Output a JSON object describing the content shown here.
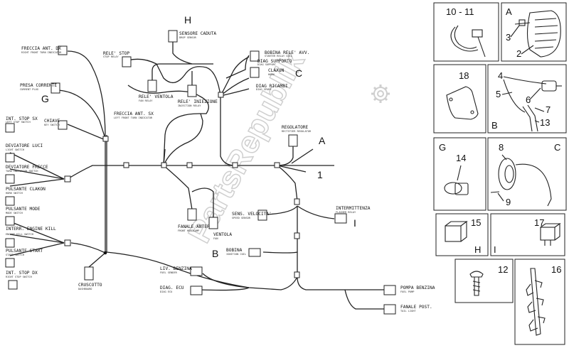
{
  "watermark": "PartsRepublik",
  "watermark_icon": "gear-icon",
  "callouts": {
    "H": "H",
    "G": "G",
    "C": "C",
    "A": "A",
    "one": "1",
    "I": "I",
    "B": "B"
  },
  "components": {
    "freccia_ant_dx": {
      "label": "FRECCIA ANT. DX",
      "sub": "RIGHT FRONT TURN INDICATOR"
    },
    "presa_corrente": {
      "label": "PRESA CORRENTE",
      "sub": "CURRENT PLUG"
    },
    "int_stop_sx": {
      "label": "INT. STOP SX",
      "sub": "LEFT STOP SWITCH"
    },
    "deviatore_luci": {
      "label": "DEVIATORE LUCI",
      "sub": "LIGHT SWITCH"
    },
    "deviatore_frecce": {
      "label": "DEVIATORE FRECCE",
      "sub": "TURN INDICATOR SWITCH"
    },
    "pulsante_clakon": {
      "label": "PULSANTE CLAKON",
      "sub": "HORN SWITCH"
    },
    "pulsante_mode": {
      "label": "PULSANTE MODE",
      "sub": "MODE SWITCH"
    },
    "interr_engine_kill": {
      "label": "INTERR. ENGINE KILL",
      "sub": "ENGINE KILL SWITCH"
    },
    "pulsante_start": {
      "label": "PULSANTE START",
      "sub": "START SWITCH"
    },
    "int_stop_dx": {
      "label": "INT. STOP DX",
      "sub": "RIGHT STOP SWITCH"
    },
    "chiave": {
      "label": "CHIAVE",
      "sub": "KEY SWITCH"
    },
    "rele_stop": {
      "label": "RELE' STOP",
      "sub": "STOP RELAY"
    },
    "sensore_caduta": {
      "label": "SENSORE CADUTA",
      "sub": "DROP SENSOR"
    },
    "rele_ventola": {
      "label": "RELE' VENTOLA",
      "sub": "FAN RELAY"
    },
    "rele_iniezione": {
      "label": "RELE' INIEZIONE",
      "sub": "INJECTION RELAY"
    },
    "bobina_rele_avv": {
      "label": "BOBINA RELE' AVV.",
      "sub": "STARTER RELAY COIL"
    },
    "diag_supporto": {
      "label": "DIAG SUPPORTO",
      "sub": "DIAG SUPPORT"
    },
    "claxon": {
      "label": "CLAXON",
      "sub": "HORN"
    },
    "diag_ricambi": {
      "label": "DIAG RICAMBI",
      "sub": "DIAG SPARE"
    },
    "freccia_ant_sx": {
      "label": "FRECCIA ANT. SX",
      "sub": "LEFT FRONT TURN INDICATOR"
    },
    "regolatore": {
      "label": "REGOLATORE",
      "sub": "RECTIFIER REGULATOR"
    },
    "fanale_anter": {
      "label": "FANALE ANTER.",
      "sub": "FRONT HEADLAMP"
    },
    "ventola": {
      "label": "VENTOLA",
      "sub": "FAN"
    },
    "sens_velocita": {
      "label": "SENS. VELOCITA'",
      "sub": "SPEED SENSOR"
    },
    "intermittenza": {
      "label": "INTERMITTENZA",
      "sub": "FLASHER RELAY"
    },
    "bobina": {
      "label": "BOBINA",
      "sub": "IGNITION COIL"
    },
    "cruscotto": {
      "label": "CRUSCOTTO",
      "sub": "DASHBOARD"
    },
    "liv_benzina": {
      "label": "LIV. BENZINA",
      "sub": "FUEL SENDER"
    },
    "diag_ecu": {
      "label": "DIAG. ECU",
      "sub": "DIAG ECU"
    },
    "pompa_benzina": {
      "label": "POMPA BENZINA",
      "sub": "FUEL PUMP"
    },
    "fanale_post": {
      "label": "FANALE POST.",
      "sub": "TAIL LIGHT"
    }
  },
  "part_panels": {
    "p10_11": {
      "number": "10 - 11"
    },
    "pA": {
      "letter": "A",
      "n3": "3",
      "n2": "2"
    },
    "p18": {
      "number": "18"
    },
    "pB": {
      "letter": "B",
      "n4": "4",
      "n5": "5",
      "n6": "6",
      "n7": "7",
      "n13": "13"
    },
    "pG": {
      "letter": "G",
      "n14": "14"
    },
    "pC": {
      "letter": "C",
      "n8": "8",
      "n9": "9"
    },
    "p15": {
      "number": "15",
      "letter": "H"
    },
    "p17": {
      "number": "17",
      "letter": "I"
    },
    "p12": {
      "number": "12"
    },
    "p16": {
      "number": "16"
    }
  }
}
